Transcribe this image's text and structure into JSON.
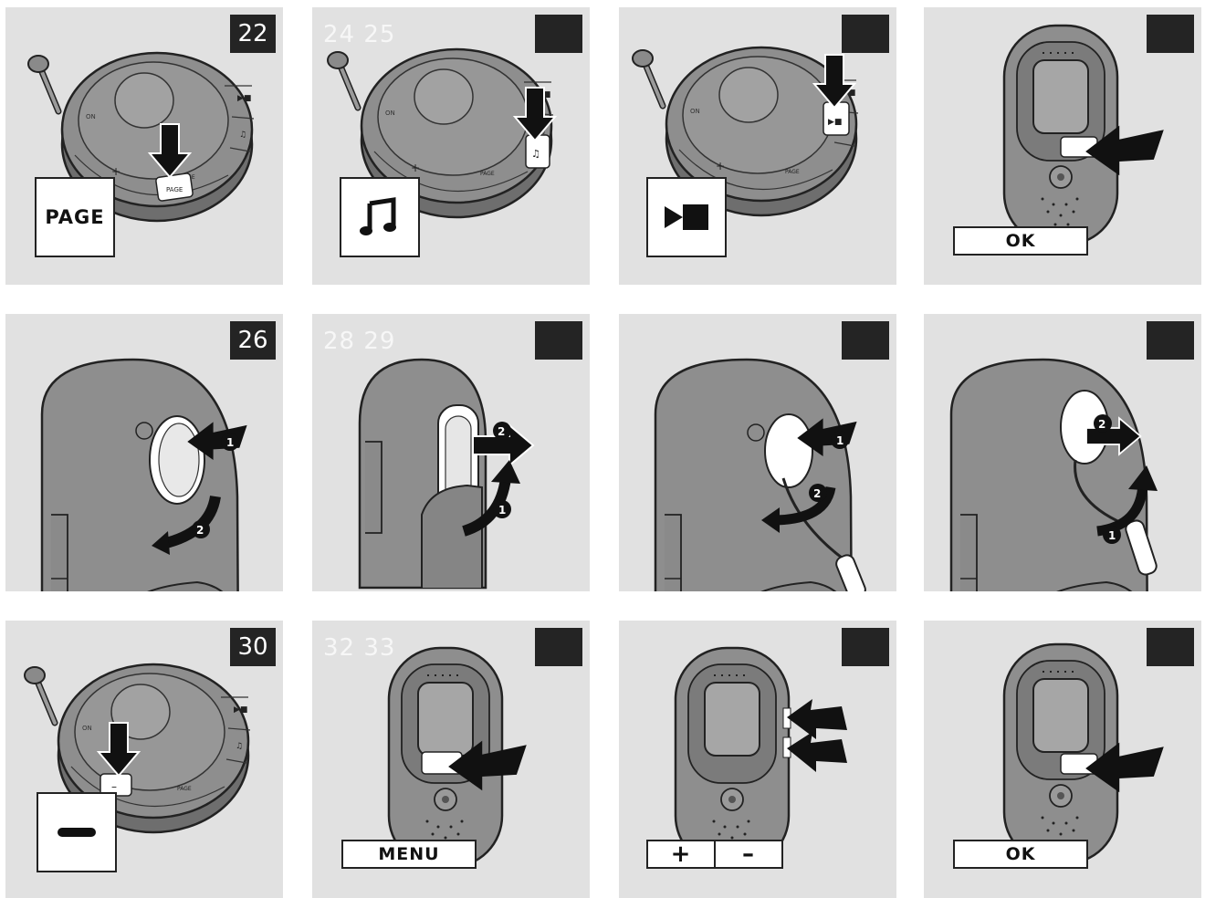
{
  "steps": {
    "s22": "22",
    "s24_25": "24 25",
    "s26": "26",
    "s28_29": "28 29",
    "s30": "30",
    "s32_33": "32 33"
  },
  "labels": {
    "page": "PAGE",
    "ok": "OK",
    "menu": "MENU",
    "plus": "+",
    "minus": "–"
  },
  "icons": {
    "music": "music-note-icon",
    "play_stop": "play-stop-icon",
    "minus": "minus-icon"
  },
  "colors": {
    "panel": "#e1e1e1",
    "device": "#8e8e8e",
    "badge": "#242424"
  }
}
